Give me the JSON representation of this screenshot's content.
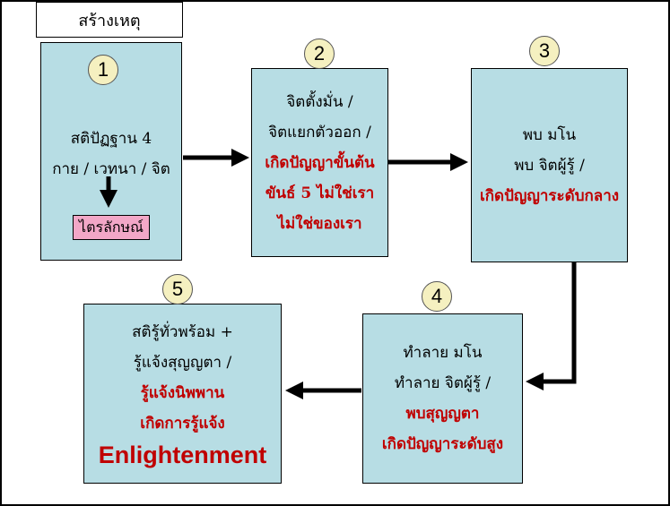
{
  "title": "สร้างเหตุ",
  "steps": [
    {
      "number": "1",
      "line1": "สติปัฏฐาน 4",
      "line2": "กาย / เวทนา / จิต",
      "tag": "ไตรลักษณ์"
    },
    {
      "number": "2",
      "line1": "จิตตั้งมั่น /",
      "line2": "จิตแยกตัวออก /",
      "red1": "เกิดปัญญาขั้นต้น",
      "red2": "ขันธ์ 5 ไม่ใช่เรา",
      "red3": "ไม่ใช่ของเรา"
    },
    {
      "number": "3",
      "line1": "พบ มโน",
      "line2": "พบ จิตผู้รู้ /",
      "red1": "เกิดปัญญาระดับกลาง"
    },
    {
      "number": "4",
      "line1": "ทำลาย มโน",
      "line2": "ทำลาย จิตผู้รู้ /",
      "red1": "พบสุญญตา",
      "red2": "เกิดปัญญาระดับสูง"
    },
    {
      "number": "5",
      "line1": "สติรู้ทั่วพร้อม +",
      "line2": "รู้แจ้งสุญญตา /",
      "red1": "รู้แจ้งนิพพาน",
      "red2": "เกิดการรู้แจ้ง",
      "english": "Enlightenment"
    }
  ],
  "colors": {
    "box_fill": "#b7dde4",
    "highlight_text": "#c00000",
    "tag_fill": "#f2a7c7"
  }
}
